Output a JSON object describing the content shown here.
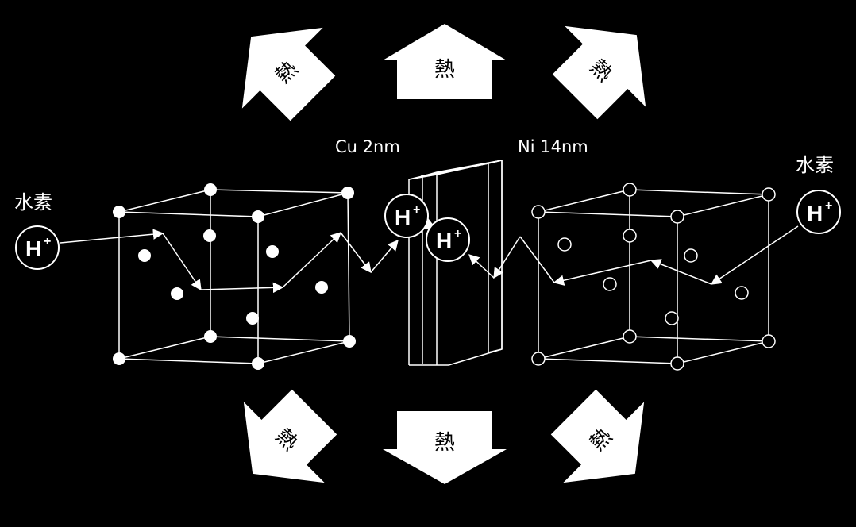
{
  "diagram": {
    "heat_label": "熱",
    "hydrogen_label": "水素",
    "ion": {
      "symbol": "H",
      "charge": "+"
    },
    "cu_layer_label": "Cu 2nm",
    "ni_layer_label": "Ni 14nm"
  },
  "colors": {
    "background": "#000000",
    "foreground": "#ffffff"
  }
}
